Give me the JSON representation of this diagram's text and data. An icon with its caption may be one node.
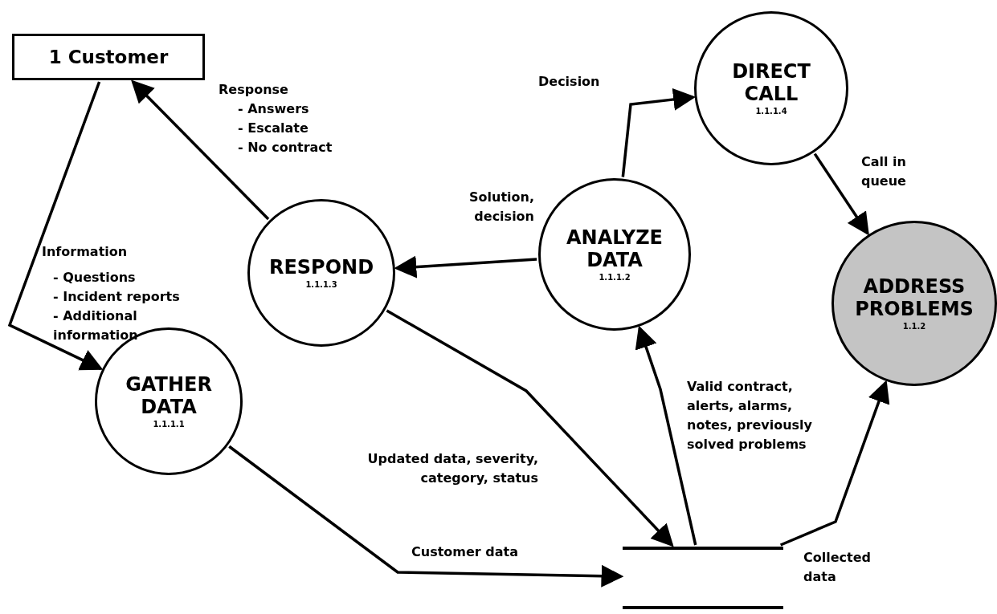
{
  "diagram": {
    "nodes": [
      {
        "text": [
          "1 Customer"
        ]
      },
      {
        "text": [
          "GATHER DATA",
          "1.1.1.1"
        ]
      },
      {
        "text": [
          "RESPOND",
          "1.1.1.3"
        ]
      },
      {
        "text": [
          "ANALYZE DATA",
          "1.1.1.2"
        ]
      },
      {
        "text": [
          "DIRECT CALL",
          "1.1.1.4"
        ]
      },
      {
        "text": [
          "ADDRESS PROBLEMS",
          "1.1.2"
        ]
      },
      {
        "text": [],
        "shape": "store"
      }
    ],
    "edges": [
      {
        "from": 0,
        "to": 1,
        "arrow": "to",
        "label": "Information"
      },
      {
        "from": 1,
        "to": 6,
        "arrow": "to",
        "label": "Customer data"
      },
      {
        "from": 2,
        "to": 0,
        "arrow": "to",
        "label": "Response"
      },
      {
        "from": 3,
        "to": 2,
        "arrow": "to",
        "label": "Solution, decision"
      },
      {
        "from": 2,
        "to": 6,
        "arrow": "to",
        "label": "Updated data, severity, category, status"
      },
      {
        "from": 6,
        "to": 3,
        "arrow": "to",
        "label": "Valid contract, alerts, alarms, notes, previously solved problems"
      },
      {
        "from": 3,
        "to": 4,
        "arrow": "to",
        "label": "Decision"
      },
      {
        "from": 4,
        "to": 5,
        "arrow": "to",
        "label": "Call in queue"
      },
      {
        "from": 6,
        "to": 5,
        "arrow": "to",
        "label": "Collected data"
      }
    ],
    "labels": [
      "- Answers",
      "- Escalate",
      "- No contract",
      "- Questions",
      "- Incident reports",
      "- Additional information"
    ]
  }
}
